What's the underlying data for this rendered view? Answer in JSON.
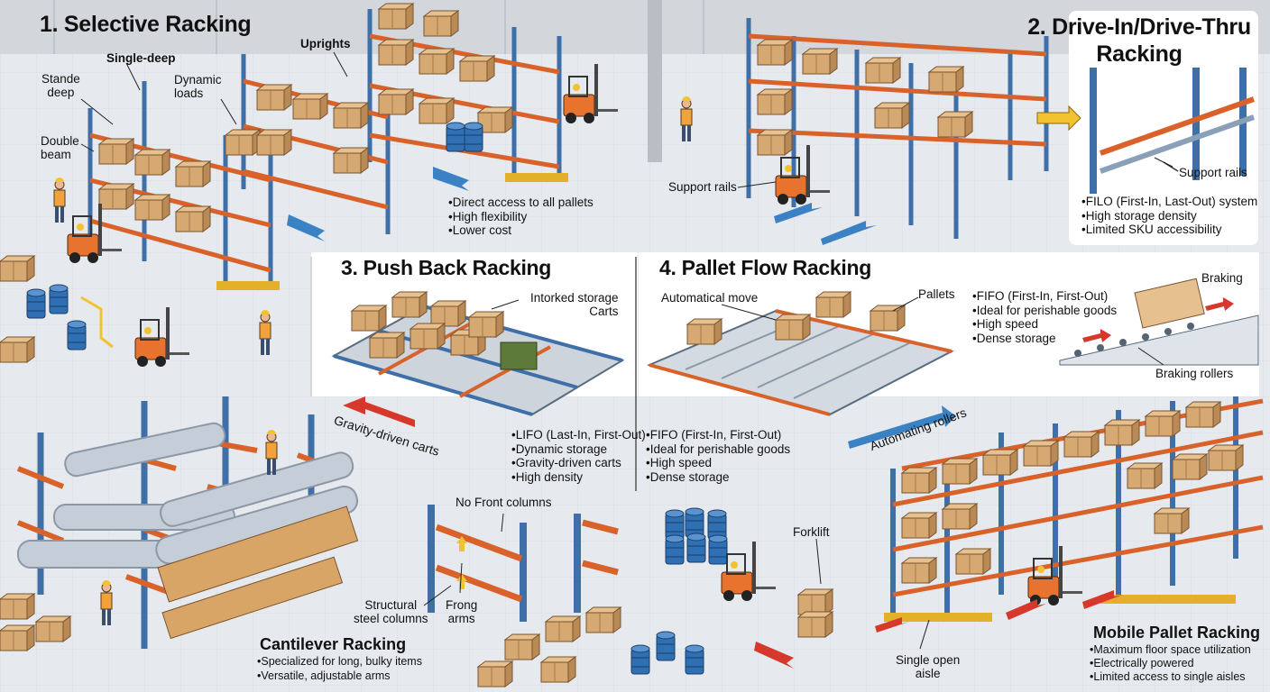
{
  "sections": {
    "selective": {
      "title": "1. Selective Racking",
      "labels": {
        "single_deep": "Single-deep",
        "uprights": "Uprights",
        "stande_deep": "Stande\ndeep",
        "dynamic_loads": "Dynamic\nloads",
        "double_beam": "Double\nbeam"
      },
      "bullets": [
        "Direct access to all pallets",
        "High flexibility",
        "Lower cost"
      ]
    },
    "drive_in": {
      "title": "2. Drive-In/Drive-Thru Racking",
      "labels": {
        "support_rails_left": "Support rails",
        "support_rails_right": "Support rails"
      },
      "bullets": [
        "FILO (First-In, Last-Out) system",
        "High storage density",
        "Limited SKU accessibility"
      ]
    },
    "push_back": {
      "title": "3. Push Back Racking",
      "labels": {
        "intorked": "Intorked storage\nCarts",
        "gravity": "Gravity-driven carts"
      },
      "bullets": [
        "LIFO (Last-In, First-Out)",
        "Dynamic storage",
        "Gravity-driven carts",
        "High density"
      ]
    },
    "pallet_flow": {
      "title": "4. Pallet Flow Racking",
      "labels": {
        "automatical_move": "Automatical move",
        "pallets": "Pallets",
        "braking": "Braking",
        "braking_rollers": "Braking rollers",
        "automating_rollers": "Automating rollers"
      },
      "bullets": [
        "FIFO (First-In, First-Out)",
        "Ideal for perishable goods",
        "High speed",
        "Dense storage"
      ],
      "bullets_right": [
        "FIFO (First-In, First-Out)",
        "Ideal for perishable goods",
        "High speed",
        "Dense storage"
      ]
    },
    "cantilever": {
      "title": "Cantilever Racking",
      "labels": {
        "no_front_columns": "No Front columns",
        "structural_steel": "Structural\nsteel columns",
        "frong_arms": "Frong\narms"
      },
      "bullets": [
        "Specialized for long, bulky items",
        "Versatile, adjustable arms"
      ]
    },
    "mobile": {
      "title": "Mobile Pallet Racking",
      "labels": {
        "forklift": "Forklift",
        "single_open_aisle": "Single open\naisle"
      },
      "bullets": [
        "Maximum floor space utilization",
        "Electrically powered",
        "Limited access to single aisles"
      ]
    }
  },
  "colors": {
    "upright_blue": "#3f6fa8",
    "beam_orange": "#d9622b",
    "box_tan": "#d6a872",
    "pallet_yellow": "#e3b02a",
    "forklift_orange": "#e8732e",
    "arrow_blue": "#3b82c4",
    "arrow_red": "#d6392c",
    "arrow_yellow": "#f2c230"
  }
}
